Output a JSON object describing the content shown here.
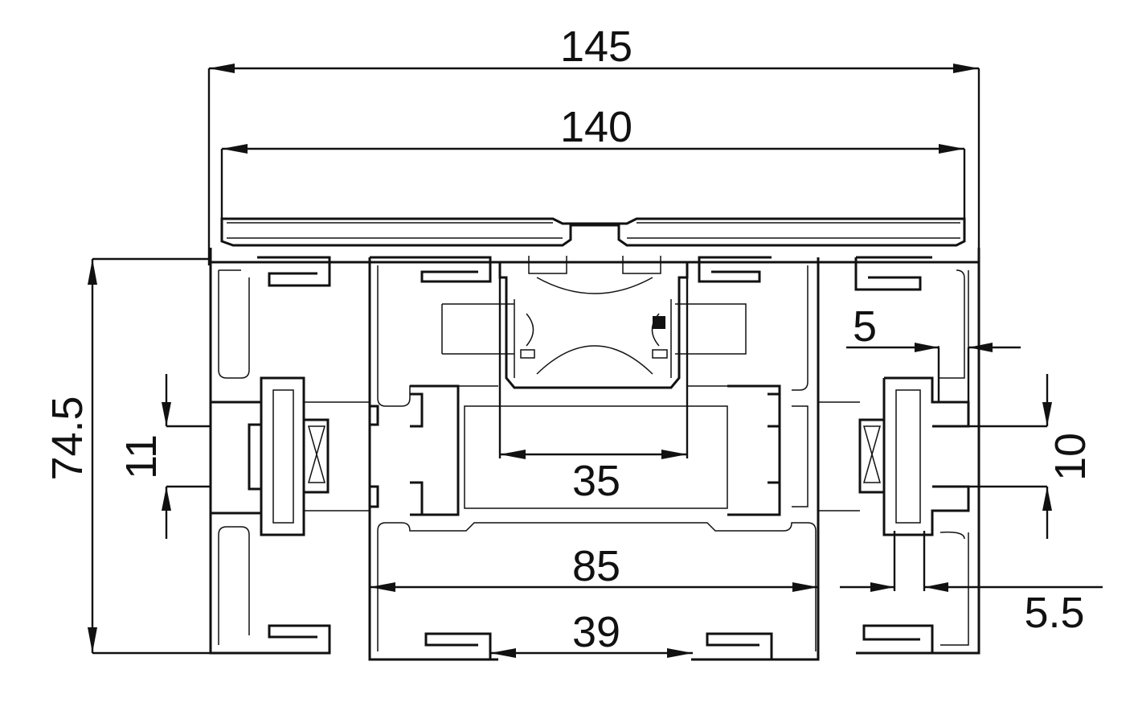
{
  "dimensions": {
    "overall_width": "145",
    "top_width": "140",
    "overall_height": "74.5",
    "left_channel_height": "11",
    "right_channel_height": "10",
    "right_wall_thickness": "5",
    "right_slot_width": "5.5",
    "center_insert_width": "35",
    "center_chamber_width": "85",
    "bottom_gap": "39"
  }
}
